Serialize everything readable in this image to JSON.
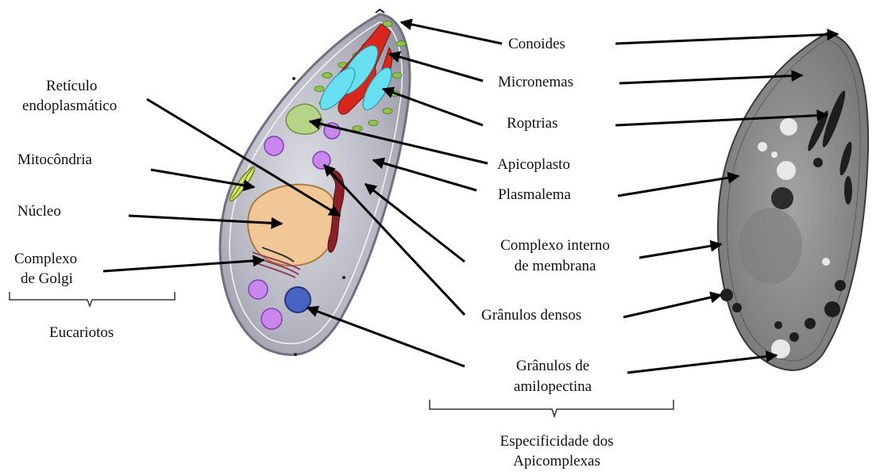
{
  "labels_left": {
    "reticulo": [
      "Retículo",
      "endoplasmático"
    ],
    "mitocondria": "Mitocôndria",
    "nucleo": "Núcleo",
    "golgi": [
      "Complexo",
      "de Golgi"
    ],
    "group": "Eucariotos"
  },
  "labels_right": {
    "conoides": "Conoides",
    "micronemas": "Micronemas",
    "roptrias": "Roptrias",
    "apicoplasto": "Apicoplasto",
    "plasmalema": "Plasmalema",
    "complexo_interno": [
      "Complexo interno",
      "de membrana"
    ],
    "granulos_densos": "Grânulos densos",
    "amilopectina": [
      "Grânulos de",
      "amilopectina"
    ],
    "group": [
      "Especificidade dos",
      "Apicomplexas"
    ]
  },
  "colors": {
    "cell_body": "#b9bac4",
    "nucleus": "#f2c797",
    "rhoptry": "#66e0f0",
    "conoid_red": "#d9261c",
    "vesicle": "#c987ee",
    "apicoplast": "#b5d488",
    "amylopectin": "#4963c2",
    "micrograph": "#8f8f8f"
  }
}
